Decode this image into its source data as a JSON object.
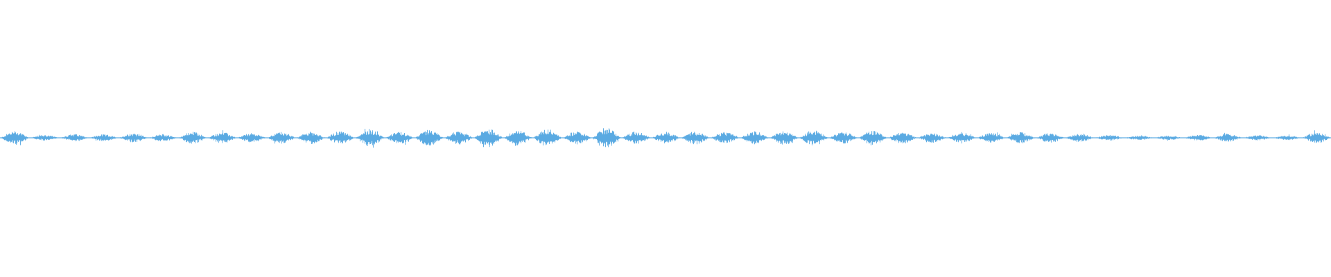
{
  "waveform": {
    "color": "#5aaae2",
    "envelope": [
      0.42,
      0.18,
      0.22,
      0.2,
      0.3,
      0.22,
      0.36,
      0.34,
      0.28,
      0.36,
      0.38,
      0.4,
      0.52,
      0.36,
      0.48,
      0.4,
      0.56,
      0.46,
      0.54,
      0.4,
      0.6,
      0.38,
      0.36,
      0.4,
      0.34,
      0.4,
      0.42,
      0.48,
      0.36,
      0.44,
      0.36,
      0.28,
      0.34,
      0.3,
      0.34,
      0.3,
      0.26,
      0.18,
      0.16,
      0.14,
      0.18,
      0.24,
      0.16,
      0.14,
      0.34
    ]
  }
}
